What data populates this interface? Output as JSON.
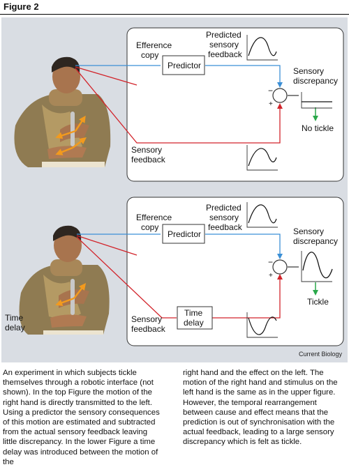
{
  "figure": {
    "title": "Figure 2",
    "credit": "Current Biology"
  },
  "top_panel": {
    "efference_copy": [
      "Efference",
      "copy"
    ],
    "predictor": "Predictor",
    "predicted_feedback": [
      "Predicted",
      "sensory",
      "feedback"
    ],
    "sensory_discrepancy": [
      "Sensory",
      "discrepancy"
    ],
    "sensory_feedback": [
      "Sensory",
      "feedback"
    ],
    "outcome": "No tickle",
    "minus_sign": "−",
    "plus_sign": "+"
  },
  "bottom_panel": {
    "efference_copy": [
      "Efference",
      "copy"
    ],
    "predictor": "Predictor",
    "predicted_feedback": [
      "Predicted",
      "sensory",
      "feedback"
    ],
    "sensory_discrepancy": [
      "Sensory",
      "discrepancy"
    ],
    "sensory_feedback": [
      "Sensory",
      "feedback"
    ],
    "time_delay_box": [
      "Time",
      "delay"
    ],
    "time_delay_side": [
      "Time",
      "delay"
    ],
    "outcome": "Tickle",
    "minus_sign": "−",
    "plus_sign": "+"
  },
  "colors": {
    "efference_line": "#3b8fd6",
    "feedback_line": "#d2232a",
    "outcome_arrow": "#2aa84a",
    "motion_arrow": "#f29a1e"
  },
  "caption": {
    "left": "An experiment in which subjects tickle themselves through a robotic interface (not shown). In the top Figure the motion of the right hand is directly transmitted to the left. Using a predictor the sensory consequences of this motion are estimated and subtracted from the actual sensory feedback leaving little discrepancy. In the lower Figure a time delay was introduced between the motion of the",
    "right": "right hand and the effect on the left. The motion of the right hand and stimulus on the left hand is the same as in the upper figure. However, the temporal rearrangement between cause and effect means that the prediction is out of synchronisation with the actual feedback, leading to a large sensory discrepancy which is felt as tickle."
  }
}
